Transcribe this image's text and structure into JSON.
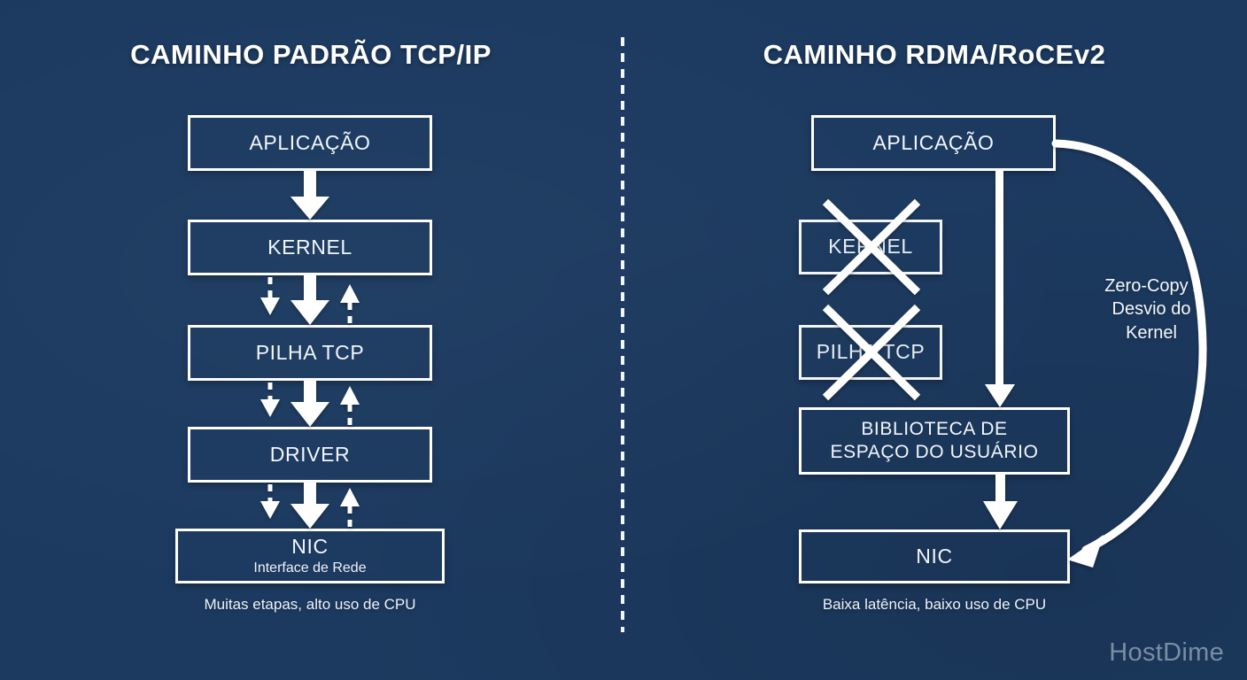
{
  "background_color": "#1c3a60",
  "stroke_color": "#ffffff",
  "logo": {
    "text": "HostDime",
    "color": "#7f92aa"
  },
  "divider": {
    "style": "dashed-vertical"
  },
  "left_panel": {
    "title": "CAMINHO PADRÃO TCP/IP",
    "caption": "Muitas etapas, alto uso de CPU",
    "boxes": [
      {
        "label": "APLICAÇÃO",
        "sub": ""
      },
      {
        "label": "KERNEL",
        "sub": ""
      },
      {
        "label": "PILHA TCP",
        "sub": ""
      },
      {
        "label": "DRIVER",
        "sub": ""
      },
      {
        "label": "NIC",
        "sub": "Interface de Rede"
      }
    ],
    "flow": [
      {
        "from": "APLICAÇÃO",
        "to": "KERNEL",
        "arrows": [
          "solid-down"
        ]
      },
      {
        "from": "KERNEL",
        "to": "PILHA TCP",
        "arrows": [
          "dashed-down",
          "solid-down",
          "dashed-up"
        ]
      },
      {
        "from": "PILHA TCP",
        "to": "DRIVER",
        "arrows": [
          "dashed-down",
          "solid-down",
          "dashed-up"
        ]
      },
      {
        "from": "DRIVER",
        "to": "NIC",
        "arrows": [
          "dashed-down",
          "solid-down",
          "dashed-up"
        ]
      }
    ]
  },
  "right_panel": {
    "title": "CAMINHO RDMA/RoCEv2",
    "caption": "Baixa latência, baixo uso de CPU",
    "boxes": [
      {
        "label": "APLICAÇÃO",
        "sub": "",
        "crossed_out": false
      },
      {
        "label": "KERNEL",
        "sub": "",
        "crossed_out": true
      },
      {
        "label": "PILHA TCP",
        "sub": "",
        "crossed_out": true
      },
      {
        "label": "BIBLIOTECA DE",
        "label2": "ESPAÇO DO USUÁRIO",
        "sub": "",
        "crossed_out": false
      },
      {
        "label": "NIC",
        "sub": "",
        "crossed_out": false
      }
    ],
    "flow": [
      {
        "from": "APLICAÇÃO",
        "to": "BIBLIOTECA DE ESPAÇO DO USUÁRIO",
        "arrows": [
          "solid-down"
        ]
      },
      {
        "from": "BIBLIOTECA DE ESPAÇO DO USUÁRIO",
        "to": "NIC",
        "arrows": [
          "solid-down"
        ]
      },
      {
        "from": "APLICAÇÃO",
        "to": "NIC",
        "arrows": [
          "curved-bypass"
        ]
      }
    ],
    "bypass_label": {
      "line1": "Zero-Copy /",
      "line2": "Desvio do",
      "line3": "Kernel"
    }
  }
}
